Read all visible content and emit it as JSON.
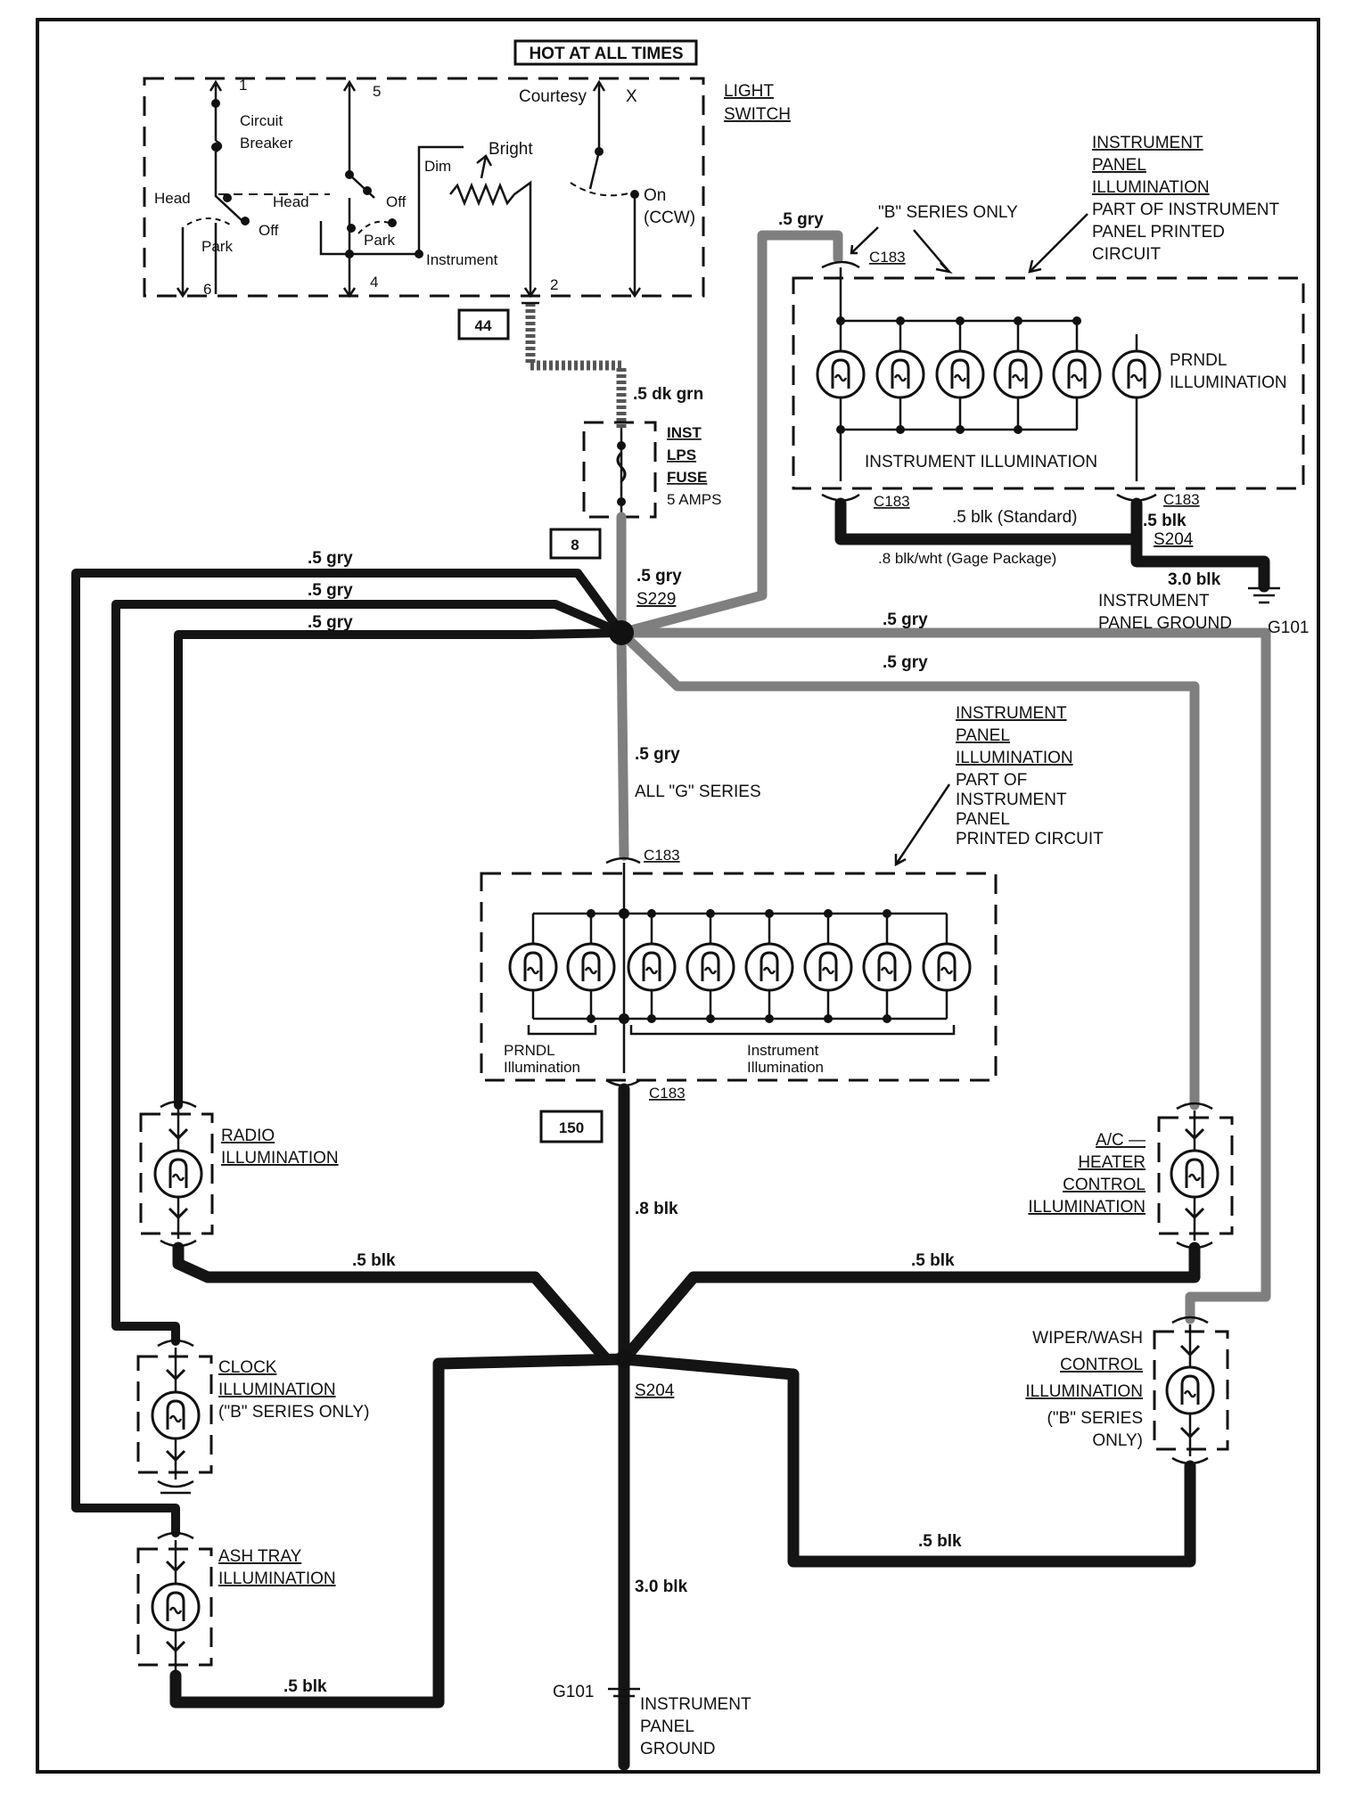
{
  "header": {
    "hot_label": "HOT AT ALL TIMES"
  },
  "light_switch": {
    "title_line1": "LIGHT",
    "title_line2": "SWITCH",
    "circuit_breaker_line1": "Circuit",
    "circuit_breaker_line2": "Breaker",
    "head_left": "Head",
    "head_mid": "Head",
    "park_left": "Park",
    "off_left": "Off",
    "park_mid": "Park",
    "off_mid": "Off",
    "dim": "Dim",
    "bright": "Bright",
    "courtesy": "Courtesy",
    "x": "X",
    "on": "On",
    "ccw": "(CCW)",
    "instrument": "Instrument",
    "t1": "1",
    "t2": "2",
    "t4": "4",
    "t5": "5",
    "t6": "6"
  },
  "boxes": {
    "b44": "44",
    "b8": "8",
    "b150": "150"
  },
  "wires": {
    "dk_grn": ".5 dk grn",
    "gry_top": ".5 gry",
    "gry_l1": ".5 gry",
    "gry_l2": ".5 gry",
    "gry_l3": ".5 gry",
    "gry_s229": ".5 gry",
    "gry_r1": ".5 gry",
    "gry_r2": ".5 gry",
    "gry_center": ".5 gry",
    "all_g": "ALL \"G\" SERIES",
    "blk_std": ".5 blk (Standard)",
    "blk_wht": ".8 blk/wht (Gage Package)",
    "blk_5_right": ".5 blk",
    "blk_3_top": "3.0 blk",
    "blk_8": ".8 blk",
    "blk_radio": ".5 blk",
    "blk_ac": ".5 blk",
    "blk_wiper": ".5 blk",
    "blk_ash": ".5 blk",
    "blk_3_bottom": "3.0 blk"
  },
  "connectors": {
    "c183_top": "C183",
    "c183_bl": "C183",
    "c183_br": "C183",
    "c183_mid_top": "C183",
    "c183_mid_bot": "C183",
    "s229": "S229",
    "s204_top": "S204",
    "s204_bot": "S204",
    "g101_top": "G101",
    "g101_bot": "G101"
  },
  "fuse": {
    "l1": "INST",
    "l2": "LPS",
    "l3": "FUSE",
    "l4": "5 AMPS"
  },
  "top_cluster": {
    "b_series_only": "\"B\" SERIES ONLY",
    "ipi_l1": "INSTRUMENT",
    "ipi_l2": "PANEL",
    "ipi_l3": "ILLUMINATION",
    "ipi_l4": "PART OF INSTRUMENT",
    "ipi_l5": "PANEL PRINTED",
    "ipi_l6": "CIRCUIT",
    "prndl_l1": "PRNDL",
    "prndl_l2": "ILLUMINATION",
    "inst_illum": "INSTRUMENT ILLUMINATION",
    "ground_l1": "INSTRUMENT",
    "ground_l2": "PANEL GROUND"
  },
  "mid_cluster": {
    "ipi_l1": "INSTRUMENT",
    "ipi_l2": "PANEL",
    "ipi_l3": "ILLUMINATION",
    "ipi_l4": "PART OF",
    "ipi_l5": "INSTRUMENT",
    "ipi_l6": "PANEL",
    "ipi_l7": "PRINTED CIRCUIT",
    "prndl_l1": "PRNDL",
    "prndl_l2": "Illumination",
    "inst_l1": "Instrument",
    "inst_l2": "Illumination"
  },
  "components": {
    "radio_l1": "RADIO",
    "radio_l2": "ILLUMINATION",
    "clock_l1": "CLOCK",
    "clock_l2": "ILLUMINATION",
    "clock_l3": "(\"B\" SERIES ONLY)",
    "ash_l1": "ASH TRAY",
    "ash_l2": "ILLUMINATION",
    "ac_l1": "A/C —",
    "ac_l2": "HEATER",
    "ac_l3": "CONTROL",
    "ac_l4": "ILLUMINATION",
    "wiper_l1": "WIPER/WASH",
    "wiper_l2": "CONTROL",
    "wiper_l3": "ILLUMINATION",
    "wiper_l4": "(\"B\" SERIES",
    "wiper_l5": "ONLY)"
  },
  "bottom_ground": {
    "l1": "INSTRUMENT",
    "l2": "PANEL",
    "l3": "GROUND"
  }
}
